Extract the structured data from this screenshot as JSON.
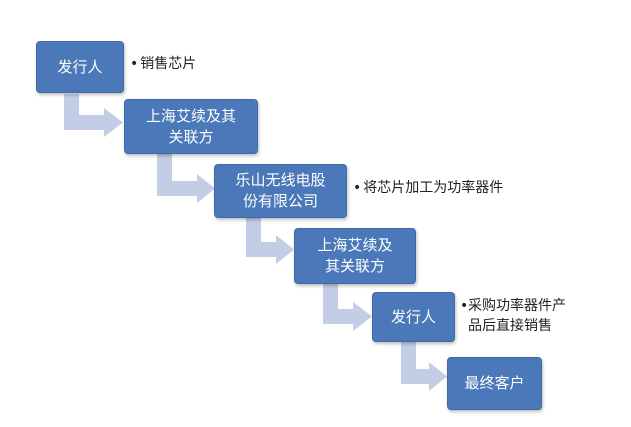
{
  "colors": {
    "box_fill": "#4a78b8",
    "connector": "#c3cde6",
    "note_text": "#222222"
  },
  "nodes": [
    {
      "id": "issuer-top",
      "label": "发行人"
    },
    {
      "id": "aiwa-1",
      "label": "上海艾续及其\n关联方"
    },
    {
      "id": "leshan",
      "label": "乐山无线电股\n份有限公司"
    },
    {
      "id": "aiwa-2",
      "label": "上海艾续及\n其关联方"
    },
    {
      "id": "issuer-bottom",
      "label": "发行人"
    },
    {
      "id": "final-customer",
      "label": "最终客户"
    }
  ],
  "notes": [
    {
      "text": "销售芯片"
    },
    {
      "text": "将芯片加工为功率器件"
    },
    {
      "text": "采购功率器件产\n品后直接销售"
    }
  ]
}
